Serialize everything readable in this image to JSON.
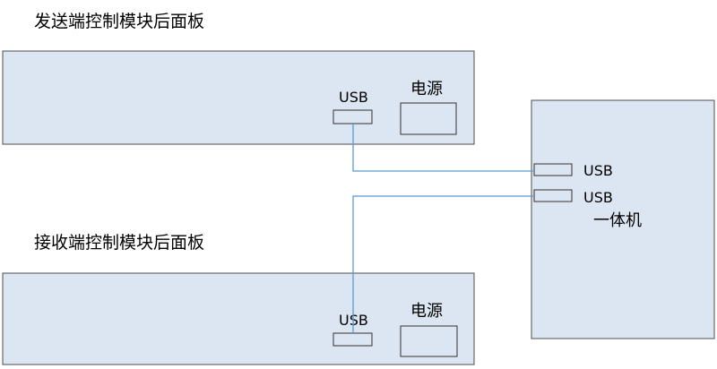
{
  "sender": {
    "title": "发送端控制模块后面板",
    "usb_label": "USB",
    "power_label": "电源"
  },
  "receiver": {
    "title": "接收端控制模块后面板",
    "usb_label": "USB",
    "power_label": "电源"
  },
  "allinone": {
    "label": "一体机",
    "usb1_label": "USB",
    "usb2_label": "USB"
  },
  "colors": {
    "panel_fill": "#dce6f2",
    "panel_stroke": "#4d4d4d",
    "connector": "#5b9bd5"
  }
}
